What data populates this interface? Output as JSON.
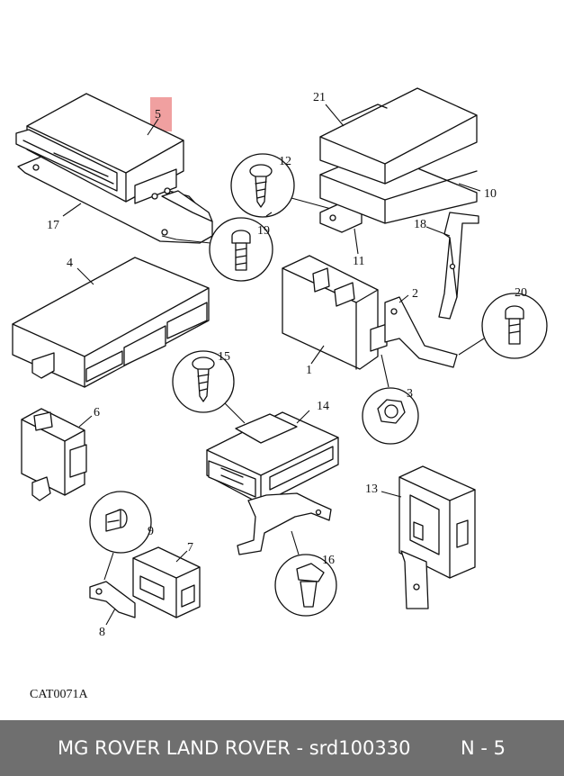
{
  "diagram": {
    "highlight_color": "#f0a0a0",
    "highlighted_part": "5",
    "callouts": {
      "p1": "1",
      "p2": "2",
      "p3": "3",
      "p4": "4",
      "p5": "5",
      "p6": "6",
      "p7": "7",
      "p8": "8",
      "p9": "9",
      "p10": "10",
      "p11": "11",
      "p12": "12",
      "p13": "13",
      "p14": "14",
      "p15": "15",
      "p16": "16",
      "p17": "17",
      "p18": "18",
      "p19": "19",
      "p20": "20",
      "p21": "21"
    },
    "catalog_code": "CAT0071A"
  },
  "footer": {
    "title": "MG ROVER LAND ROVER - srd100330",
    "page": "N - 5",
    "background": "#6f6f6f"
  }
}
